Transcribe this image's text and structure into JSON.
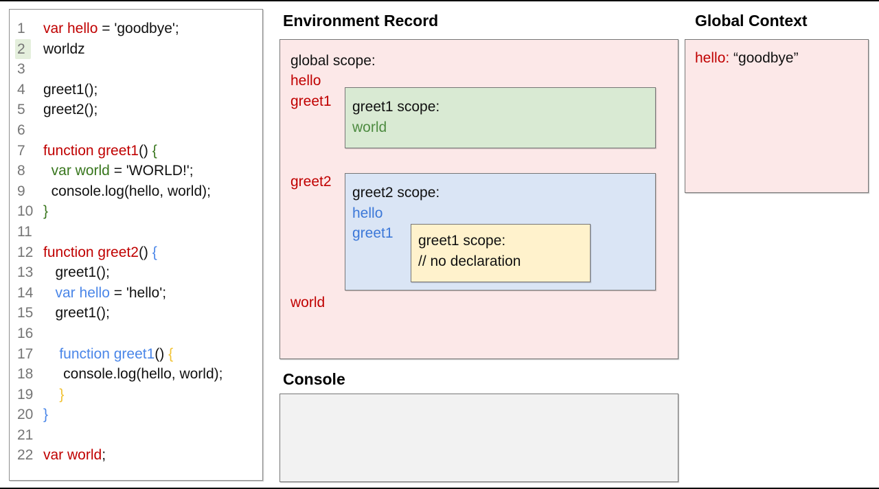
{
  "colors": {
    "red": "#c00000",
    "green_code": "#38761d",
    "green_label": "#4d8b40",
    "blue_code": "#4a86e8",
    "blue_label": "#3c78d8",
    "gold": "#f1c232",
    "pink_bg": "#fce8e8",
    "green_bg": "#d9ead3",
    "blue_bg": "#dae5f5",
    "yellow_bg": "#fff2cc",
    "console_bg": "#f2f2f2",
    "line_highlight": "#e4efdc"
  },
  "code_panel": {
    "lines": [
      {
        "n": "1",
        "segs": [
          {
            "t": "var hello",
            "c": "red"
          },
          {
            "t": " = 'goodbye';",
            "c": "black"
          }
        ]
      },
      {
        "n": "2",
        "hl": true,
        "segs": [
          {
            "t": "worldz",
            "c": "black"
          }
        ]
      },
      {
        "n": "3",
        "segs": []
      },
      {
        "n": "4",
        "segs": [
          {
            "t": "greet1();",
            "c": "black"
          }
        ]
      },
      {
        "n": "5",
        "segs": [
          {
            "t": "greet2();",
            "c": "black"
          }
        ]
      },
      {
        "n": "6",
        "segs": []
      },
      {
        "n": "7",
        "segs": [
          {
            "t": "function greet1",
            "c": "red"
          },
          {
            "t": "() ",
            "c": "black"
          },
          {
            "t": "{",
            "c": "green"
          }
        ]
      },
      {
        "n": "8",
        "segs": [
          {
            "t": "  var world",
            "c": "green"
          },
          {
            "t": " = 'WORLD!';",
            "c": "black"
          }
        ]
      },
      {
        "n": "9",
        "segs": [
          {
            "t": "  console.log(hello, world);",
            "c": "black"
          }
        ]
      },
      {
        "n": "10",
        "segs": [
          {
            "t": "}",
            "c": "green"
          }
        ]
      },
      {
        "n": "11",
        "segs": []
      },
      {
        "n": "12",
        "segs": [
          {
            "t": "function greet2",
            "c": "red"
          },
          {
            "t": "() ",
            "c": "black"
          },
          {
            "t": "{",
            "c": "blue"
          }
        ]
      },
      {
        "n": "13",
        "segs": [
          {
            "t": "   greet1();",
            "c": "black"
          }
        ]
      },
      {
        "n": "14",
        "segs": [
          {
            "t": "   var hello",
            "c": "blue"
          },
          {
            "t": " = 'hello';",
            "c": "black"
          }
        ]
      },
      {
        "n": "15",
        "segs": [
          {
            "t": "   greet1();",
            "c": "black"
          }
        ]
      },
      {
        "n": "16",
        "segs": []
      },
      {
        "n": "17",
        "segs": [
          {
            "t": "    function greet1",
            "c": "blue"
          },
          {
            "t": "() ",
            "c": "black"
          },
          {
            "t": "{",
            "c": "gold"
          }
        ]
      },
      {
        "n": "18",
        "segs": [
          {
            "t": "     console.log(hello, world);",
            "c": "black"
          }
        ]
      },
      {
        "n": "19",
        "segs": [
          {
            "t": "    }",
            "c": "gold"
          }
        ]
      },
      {
        "n": "20",
        "segs": [
          {
            "t": "}",
            "c": "blue"
          }
        ]
      },
      {
        "n": "21",
        "segs": []
      },
      {
        "n": "22",
        "segs": [
          {
            "t": "var world",
            "c": "red"
          },
          {
            "t": ";",
            "c": "black"
          }
        ]
      }
    ]
  },
  "environment_record": {
    "title": "Environment Record",
    "global_scope_label": "global scope:",
    "global_vars": {
      "v1": "hello",
      "v2": "greet1",
      "v3": "greet2",
      "v4": "world"
    },
    "greet1_scope": {
      "title": "greet1 scope:",
      "var1": "world"
    },
    "greet2_scope": {
      "title": "greet2 scope:",
      "var1": "hello",
      "var2": "greet1"
    },
    "nested_greet1_scope": {
      "title": "greet1 scope:",
      "comment": "// no declaration"
    }
  },
  "global_context": {
    "title": "Global Context",
    "key": "hello:",
    "value": "“goodbye”"
  },
  "console": {
    "title": "Console"
  }
}
